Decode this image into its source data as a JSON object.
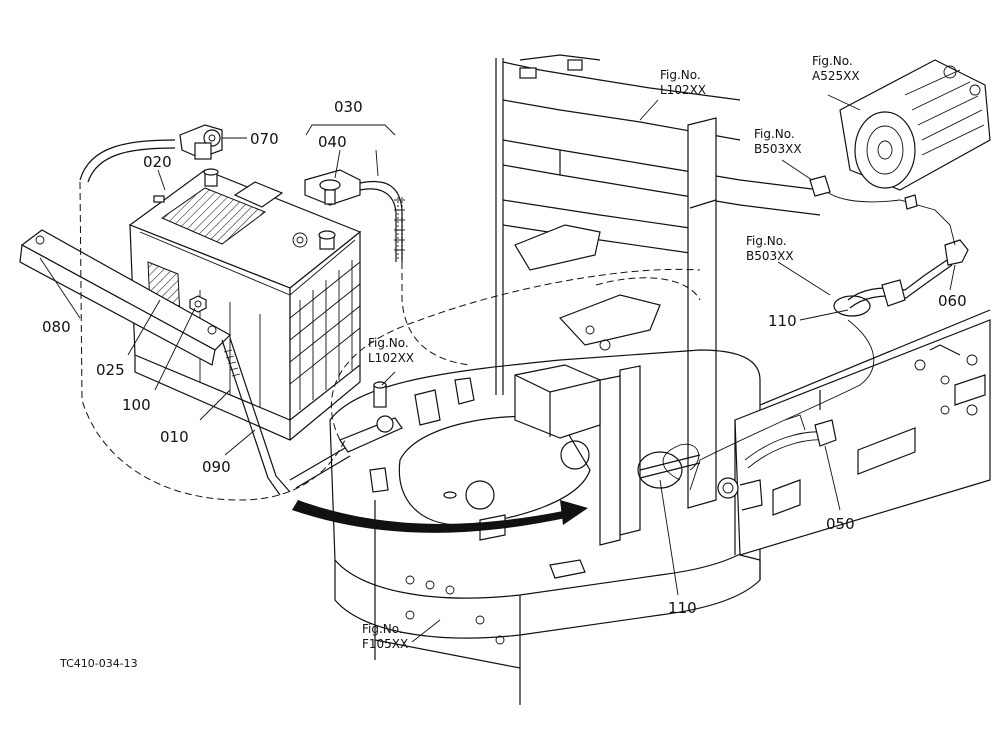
{
  "document_id": "TC410-034-13",
  "parts": [
    {
      "no": "070"
    },
    {
      "no": "020"
    },
    {
      "no": "030"
    },
    {
      "no": "040"
    },
    {
      "no": "080"
    },
    {
      "no": "025"
    },
    {
      "no": "100"
    },
    {
      "no": "010"
    },
    {
      "no": "090"
    },
    {
      "no": "110"
    },
    {
      "no": "060"
    },
    {
      "no": "050"
    },
    {
      "no": "110"
    }
  ],
  "figure_refs": [
    {
      "label": "Fig.No.",
      "code": "L102XX"
    },
    {
      "label": "Fig.No.",
      "code": "A525XX"
    },
    {
      "label": "Fig.No.",
      "code": "B503XX"
    },
    {
      "label": "Fig.No.",
      "code": "B503XX"
    },
    {
      "label": "Fig.No.",
      "code": "L102XX"
    },
    {
      "label": "Fig.No.",
      "code": "F105XX"
    }
  ]
}
